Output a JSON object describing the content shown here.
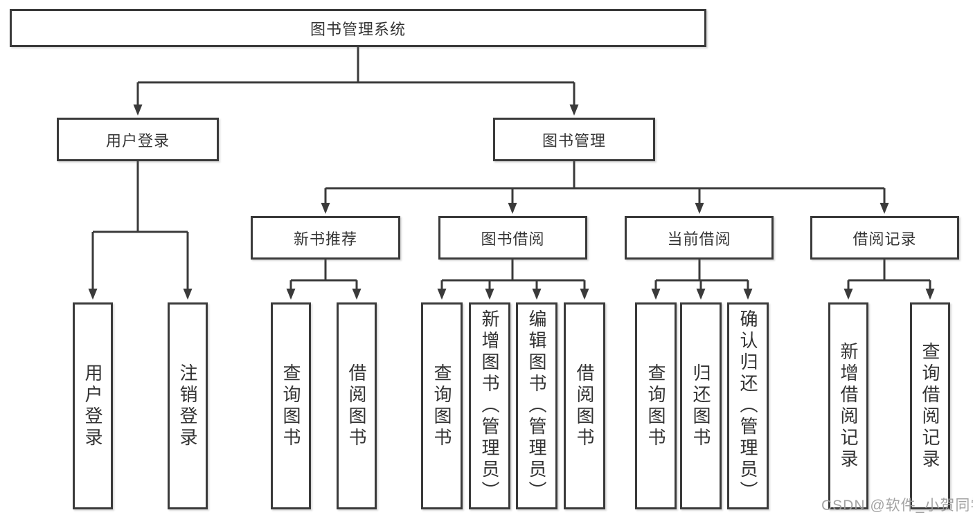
{
  "diagram": {
    "type": "hierarchy-tree",
    "root": {
      "label": "图书管理系统",
      "children": [
        {
          "label": "用户登录",
          "children": [
            {
              "label": "用户登录"
            },
            {
              "label": "注销登录"
            }
          ]
        },
        {
          "label": "图书管理",
          "children": [
            {
              "label": "新书推荐",
              "children": [
                {
                  "label": "查询图书"
                },
                {
                  "label": "借阅图书"
                }
              ]
            },
            {
              "label": "图书借阅",
              "children": [
                {
                  "label": "查询图书"
                },
                {
                  "label": "新增图书（管理员）"
                },
                {
                  "label": "编辑图书（管理员）"
                },
                {
                  "label": "借阅图书"
                }
              ]
            },
            {
              "label": "当前借阅",
              "children": [
                {
                  "label": "查询图书"
                },
                {
                  "label": "归还图书"
                },
                {
                  "label": "确认归还（管理员）"
                }
              ]
            },
            {
              "label": "借阅记录",
              "children": [
                {
                  "label": "新增借阅记录"
                },
                {
                  "label": "查询借阅记录"
                }
              ]
            }
          ]
        }
      ]
    }
  },
  "watermark": {
    "text": "CSDN @软件_小贺同学"
  },
  "colors": {
    "line": "#3a3a3a",
    "border": "#3a3a3a",
    "text": "#333333",
    "background": "#ffffff",
    "watermark": "#9c9c9c"
  }
}
